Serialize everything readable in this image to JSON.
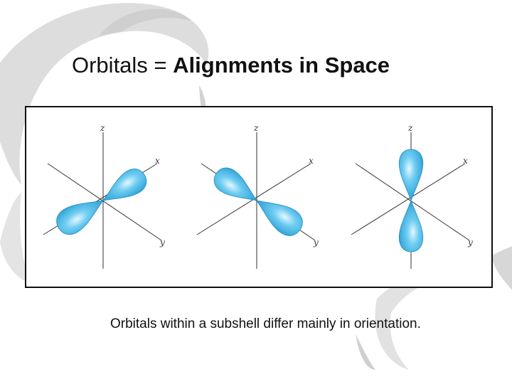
{
  "slide": {
    "title_plain": "Orbitals = ",
    "title_bold": "Alignments in Space",
    "caption": "Orbitals within a subshell differ mainly in orientation."
  },
  "figure": {
    "panels": [
      {
        "axes": {
          "z": "z",
          "x": "x",
          "y": "y"
        },
        "lobe_orientation": "xy-diagonal (upper-right / lower-left)"
      },
      {
        "axes": {
          "z": "z",
          "x": "x",
          "y": "y"
        },
        "lobe_orientation": "xy-diagonal (upper-left / lower-right)"
      },
      {
        "axes": {
          "z": "z",
          "x": "x",
          "y": "y"
        },
        "lobe_orientation": "vertical (along z)"
      }
    ]
  },
  "colors": {
    "lobe_fill": "#3fb2e3",
    "lobe_edge": "#1a8cc0",
    "axis_line": "#333333",
    "background_swirl": "#d9d9d9"
  }
}
